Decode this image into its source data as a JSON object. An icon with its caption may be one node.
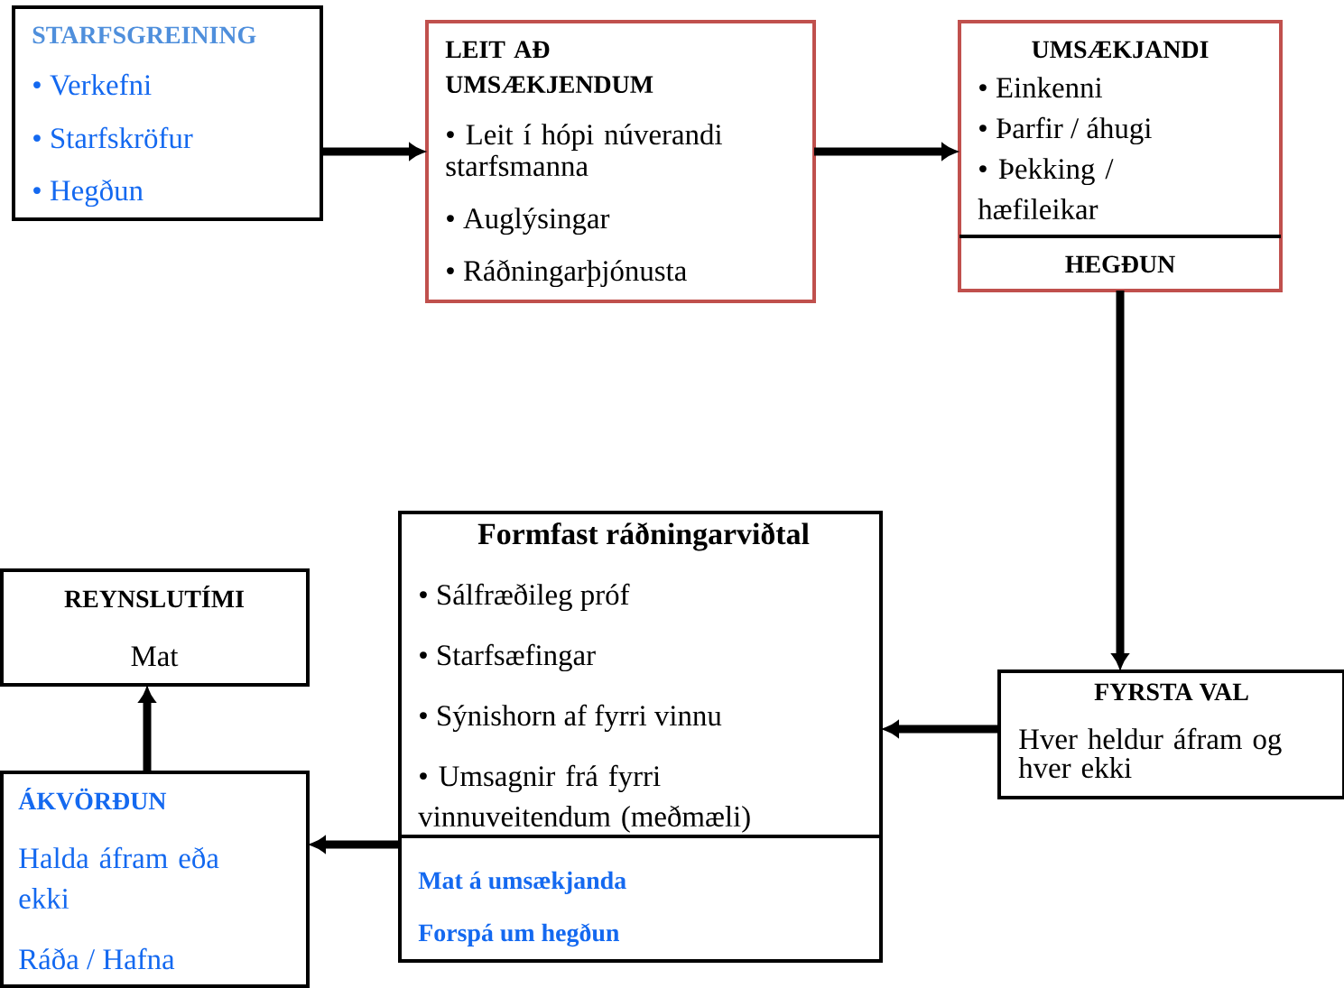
{
  "diagram": {
    "nodes": [
      {
        "text": [
          "STARFSGREINING",
          "• Verkefni",
          "• Starfskröfur",
          "• Hegðun"
        ]
      },
      {
        "text": [
          "LEIT AÐ UMSÆKJENDUM",
          "• Leit í hópi núverandi starfsmanna",
          "• Auglýsingar",
          "• Ráðningarþjónusta"
        ]
      },
      {
        "text": [
          "UMSÆKJANDI",
          "• Einkenni",
          "• Þarfir / áhugi",
          "• Þekking / hæfileikar",
          "HEGÐUN"
        ]
      },
      {
        "text": [
          "FYRSTA VAL",
          "Hver heldur áfram og hver ekki"
        ]
      },
      {
        "text": [
          "Formfast ráðningarviðtal",
          "• Sálfræðileg próf",
          "• Starfsæfingar",
          "• Sýnishorn af fyrri vinnu",
          "• Umsagnir frá fyrri vinnuveitendum (meðmæli)",
          "Mat á umsækjanda",
          "Forspá um hegðun"
        ]
      },
      {
        "text": [
          "ÁKVÖRÐUN",
          "Halda áfram eða ekki",
          "Ráða / Hafna"
        ]
      },
      {
        "text": [
          "REYNSLUTÍMI",
          "Mat"
        ]
      }
    ],
    "edges": [
      {
        "from": 0,
        "to": 1,
        "arrow": "to"
      },
      {
        "from": 1,
        "to": 2,
        "arrow": "to"
      },
      {
        "from": 2,
        "to": 3,
        "arrow": "to"
      },
      {
        "from": 3,
        "to": 4,
        "arrow": "to"
      },
      {
        "from": 4,
        "to": 5,
        "arrow": "to"
      },
      {
        "from": 5,
        "to": 6,
        "arrow": "to"
      }
    ]
  }
}
